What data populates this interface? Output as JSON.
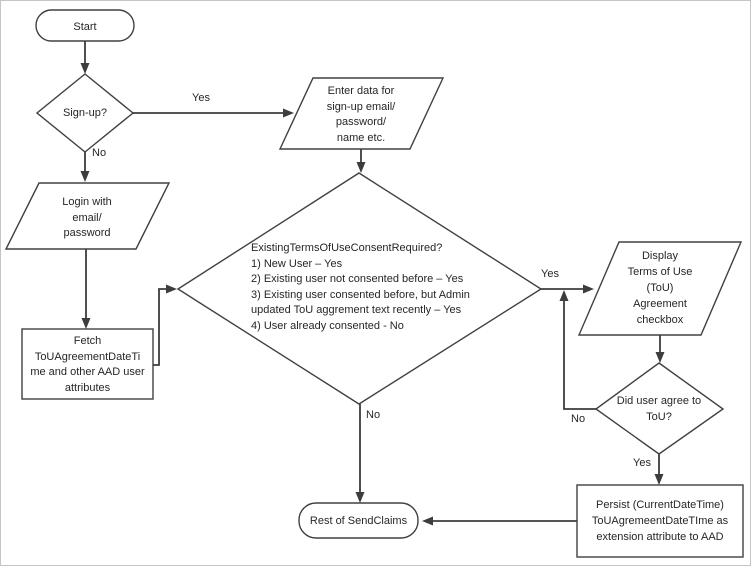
{
  "nodes": {
    "start": {
      "shape": "terminator",
      "label": "Start"
    },
    "signup": {
      "shape": "decision",
      "label": "Sign-up?"
    },
    "enter_data": {
      "shape": "data",
      "label": "Enter data for\nsign-up email/\npassword/\nname etc."
    },
    "login": {
      "shape": "data",
      "label": "Login with\nemail/\npassword"
    },
    "fetch_attributes": {
      "shape": "process",
      "label": "Fetch\nToUAgreementDateTi\nme and other AAD user\nattributes"
    },
    "consent_required": {
      "shape": "decision",
      "label": "ExistingTermsOfUseConsentRequired?\n1) New User – Yes\n2) Existing user not consented before – Yes\n3) Existing user consented before, but Admin\nupdated ToU aggrement text recently – Yes\n4) User already consented - No"
    },
    "display_tou": {
      "shape": "data",
      "label": "Display\nTerms of Use\n(ToU)\nAgreement\ncheckbox"
    },
    "user_agree": {
      "shape": "decision",
      "label": "Did user agree to\nToU?"
    },
    "persist": {
      "shape": "process",
      "label": "Persist (CurrentDateTime)\nToUAgremeentDateTIme as\nextension attribute to AAD"
    },
    "rest_of_sendclaims": {
      "shape": "terminator",
      "label": "Rest of SendClaims"
    }
  },
  "edge_labels": {
    "signup_yes": "Yes",
    "signup_no": "No",
    "consent_yes": "Yes",
    "consent_no": "No",
    "agree_no": "No",
    "agree_yes": "Yes"
  },
  "colors": {
    "background": "#ffffff",
    "canvas_border": "#c5c5c5",
    "shape_stroke": "#404040",
    "connector_stroke": "#3d3d3d",
    "text": "#262626"
  }
}
